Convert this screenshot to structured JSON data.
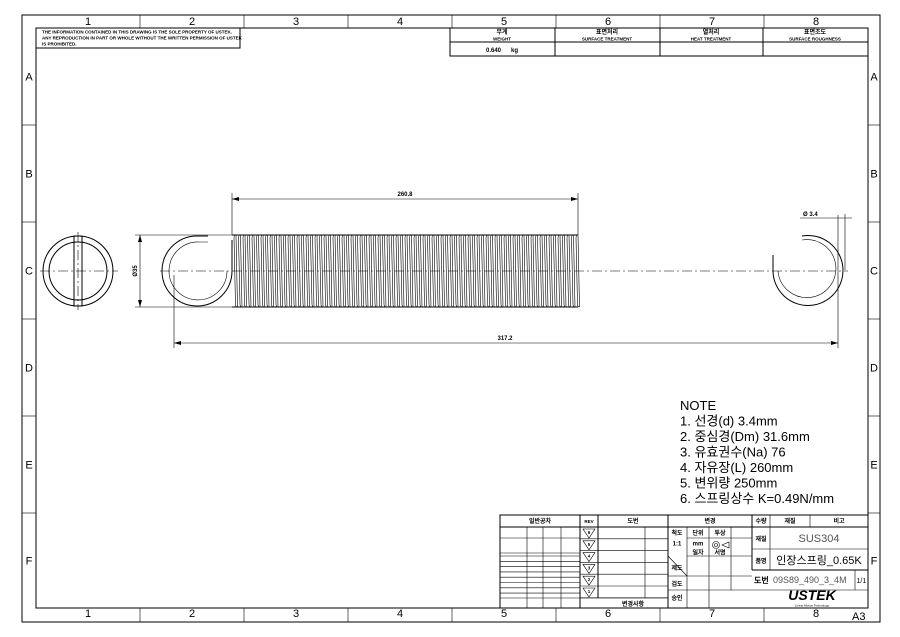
{
  "frame": {
    "columns": [
      "1",
      "2",
      "3",
      "4",
      "5",
      "6",
      "7",
      "8"
    ],
    "rows": [
      "A",
      "B",
      "C",
      "D",
      "E",
      "F"
    ],
    "sheet_size": "A3"
  },
  "notice": [
    "THE INFORMATION CONTAINED IN THIS DRAWING IS THE SOLE PROPERTY OF USTEK.",
    "ANY REPRODUCTION IN PART OR WHOLE WITHOUT THE WRITTEN PERMISSION OF USTEK",
    "IS PROHIBITED."
  ],
  "top_table": {
    "headers": [
      {
        "ko": "무게",
        "en": "WEIGHT"
      },
      {
        "ko": "표면처리",
        "en": "SURFACE TREATMENT"
      },
      {
        "ko": "열처리",
        "en": "HEAT TREATMENT"
      },
      {
        "ko": "표면조도",
        "en": "SURFACE ROUGHNESS"
      }
    ],
    "weight_value": "0.640",
    "weight_unit": "kg"
  },
  "dimensions": {
    "body_length": "260.8",
    "overall_length": "317.2",
    "outer_diameter": "Ø35",
    "wire_diameter": "Ø 3.4"
  },
  "spring": {
    "active_coils": 76
  },
  "notes": {
    "title": "NOTE",
    "items": [
      "1. 선경(d) 3.4mm",
      "2. 중심경(Dm) 31.6mm",
      "3. 유효권수(Na) 76",
      "4. 자유장(L) 260mm",
      "5. 변위량  250mm",
      "6. 스프링상수 K=0.49N/mm"
    ]
  },
  "title_block": {
    "general_tolerance": "일반공차",
    "rev": "REV",
    "doc_no_header": "도번",
    "change_header": "변경",
    "qty_header": "수량",
    "material_header": "재질",
    "remark_header": "비고",
    "change_note": "변경사항",
    "scale_label": "척도",
    "scale": "1:1",
    "unit_label": "단위",
    "unit": "mm",
    "projection_label": "투상",
    "date_label": "일자",
    "sign_label": "서명",
    "drawn_label": "제도",
    "checked_label": "검도",
    "approved_label": "승인",
    "material_label": "재질",
    "material": "SUS304",
    "name_label": "품명",
    "part_name": "인장스프링_0.65K",
    "dwg_label": "도번",
    "dwg_no": "09S89_490_3_4M",
    "sheet": "1/1",
    "rev_marks": [
      "6",
      "5",
      "4",
      "3",
      "2",
      "1"
    ],
    "company": "USTEK",
    "company_tagline": "Linear Motion Technology"
  }
}
